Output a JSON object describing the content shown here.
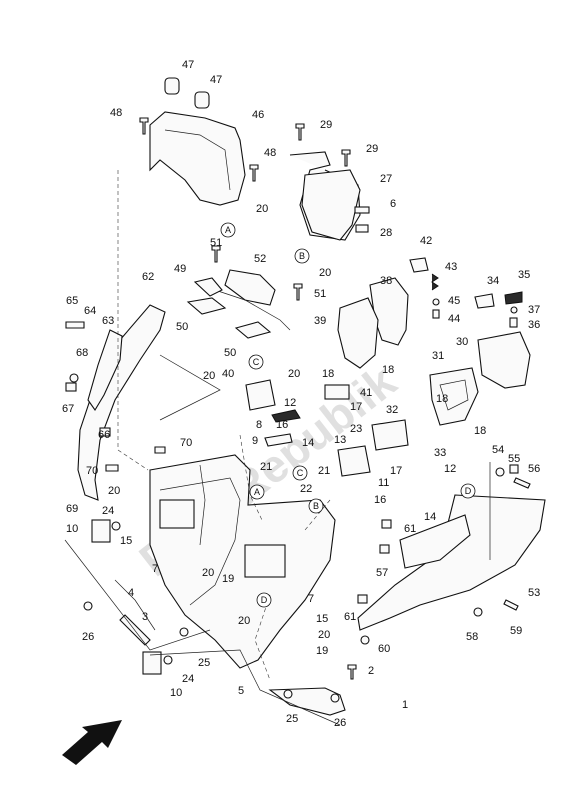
{
  "watermark": "PartsRepublik",
  "callouts": {
    "c1": "1",
    "c2": "2",
    "c3": "3",
    "c4": "4",
    "c5": "5",
    "c6": "6",
    "c7a": "7",
    "c7b": "7",
    "c8": "8",
    "c9": "9",
    "c10a": "10",
    "c10b": "10",
    "c11": "11",
    "c12a": "12",
    "c12b": "12",
    "c13": "13",
    "c14a": "14",
    "c14b": "14",
    "c15a": "15",
    "c15b": "15",
    "c16a": "16",
    "c16b": "16",
    "c17a": "17",
    "c17b": "17",
    "c18a": "18",
    "c18b": "18",
    "c18c": "18",
    "c18d": "18",
    "c19a": "19",
    "c19b": "19",
    "c20a": "20",
    "c20b": "20",
    "c20c": "20",
    "c20d": "20",
    "c20e": "20",
    "c20f": "20",
    "c20g": "20",
    "c20h": "20",
    "c21a": "21",
    "c21b": "21",
    "c22": "22",
    "c23": "23",
    "c24a": "24",
    "c24b": "24",
    "c25a": "25",
    "c25b": "25",
    "c26a": "26",
    "c26b": "26",
    "c27": "27",
    "c28": "28",
    "c29a": "29",
    "c29b": "29",
    "c30": "30",
    "c31": "31",
    "c32": "32",
    "c33": "33",
    "c34": "34",
    "c35": "35",
    "c36": "36",
    "c37": "37",
    "c38": "38",
    "c39": "39",
    "c40": "40",
    "c41": "41",
    "c42": "42",
    "c43": "43",
    "c44": "44",
    "c45": "45",
    "c46": "46",
    "c47a": "47",
    "c47b": "47",
    "c48a": "48",
    "c48b": "48",
    "c49": "49",
    "c50a": "50",
    "c50b": "50",
    "c51a": "51",
    "c51b": "51",
    "c52": "52",
    "c53": "53",
    "c54": "54",
    "c55": "55",
    "c56": "56",
    "c57": "57",
    "c58": "58",
    "c59": "59",
    "c60": "60",
    "c61a": "61",
    "c61b": "61",
    "c62": "62",
    "c63": "63",
    "c64": "64",
    "c65": "65",
    "c66": "66",
    "c67": "67",
    "c68": "68",
    "c69": "69",
    "c70a": "70",
    "c70b": "70"
  },
  "refs": {
    "a1": "A",
    "a2": "A",
    "b1": "B",
    "b2": "B",
    "c1": "C",
    "c2": "C",
    "d1": "D",
    "d2": "D"
  },
  "colors": {
    "line": "#111111",
    "fill": "#fafafa",
    "watermark": "#e0e0e0"
  }
}
